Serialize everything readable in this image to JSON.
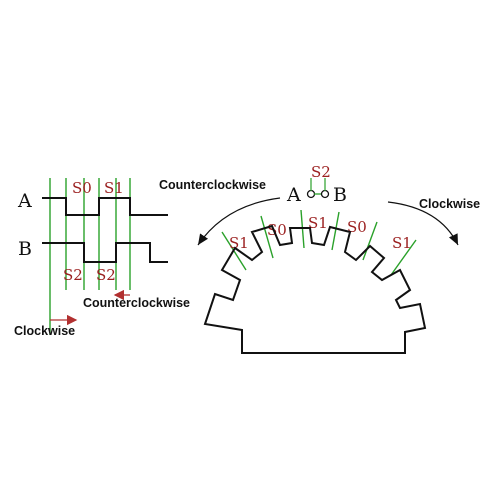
{
  "timing": {
    "channel_a": "A",
    "channel_b": "B",
    "states_top": [
      "S0",
      "S1"
    ],
    "states_bottom": [
      "S2",
      "S2"
    ],
    "counterclockwise": "Counterclockwise",
    "clockwise": "Clockwise"
  },
  "wheel": {
    "sensor_state": "S2",
    "sensor_a": "A",
    "sensor_b": "B",
    "counterclockwise": "Counterclockwise",
    "clockwise": "Clockwise",
    "sectors": [
      "S1",
      "S0",
      "S1",
      "S0",
      "S1"
    ]
  },
  "colors": {
    "waveform": "#111111",
    "marker_lines": "#2aa12a",
    "state_labels": "#9b2020",
    "arrows_timing": "#b23030"
  }
}
